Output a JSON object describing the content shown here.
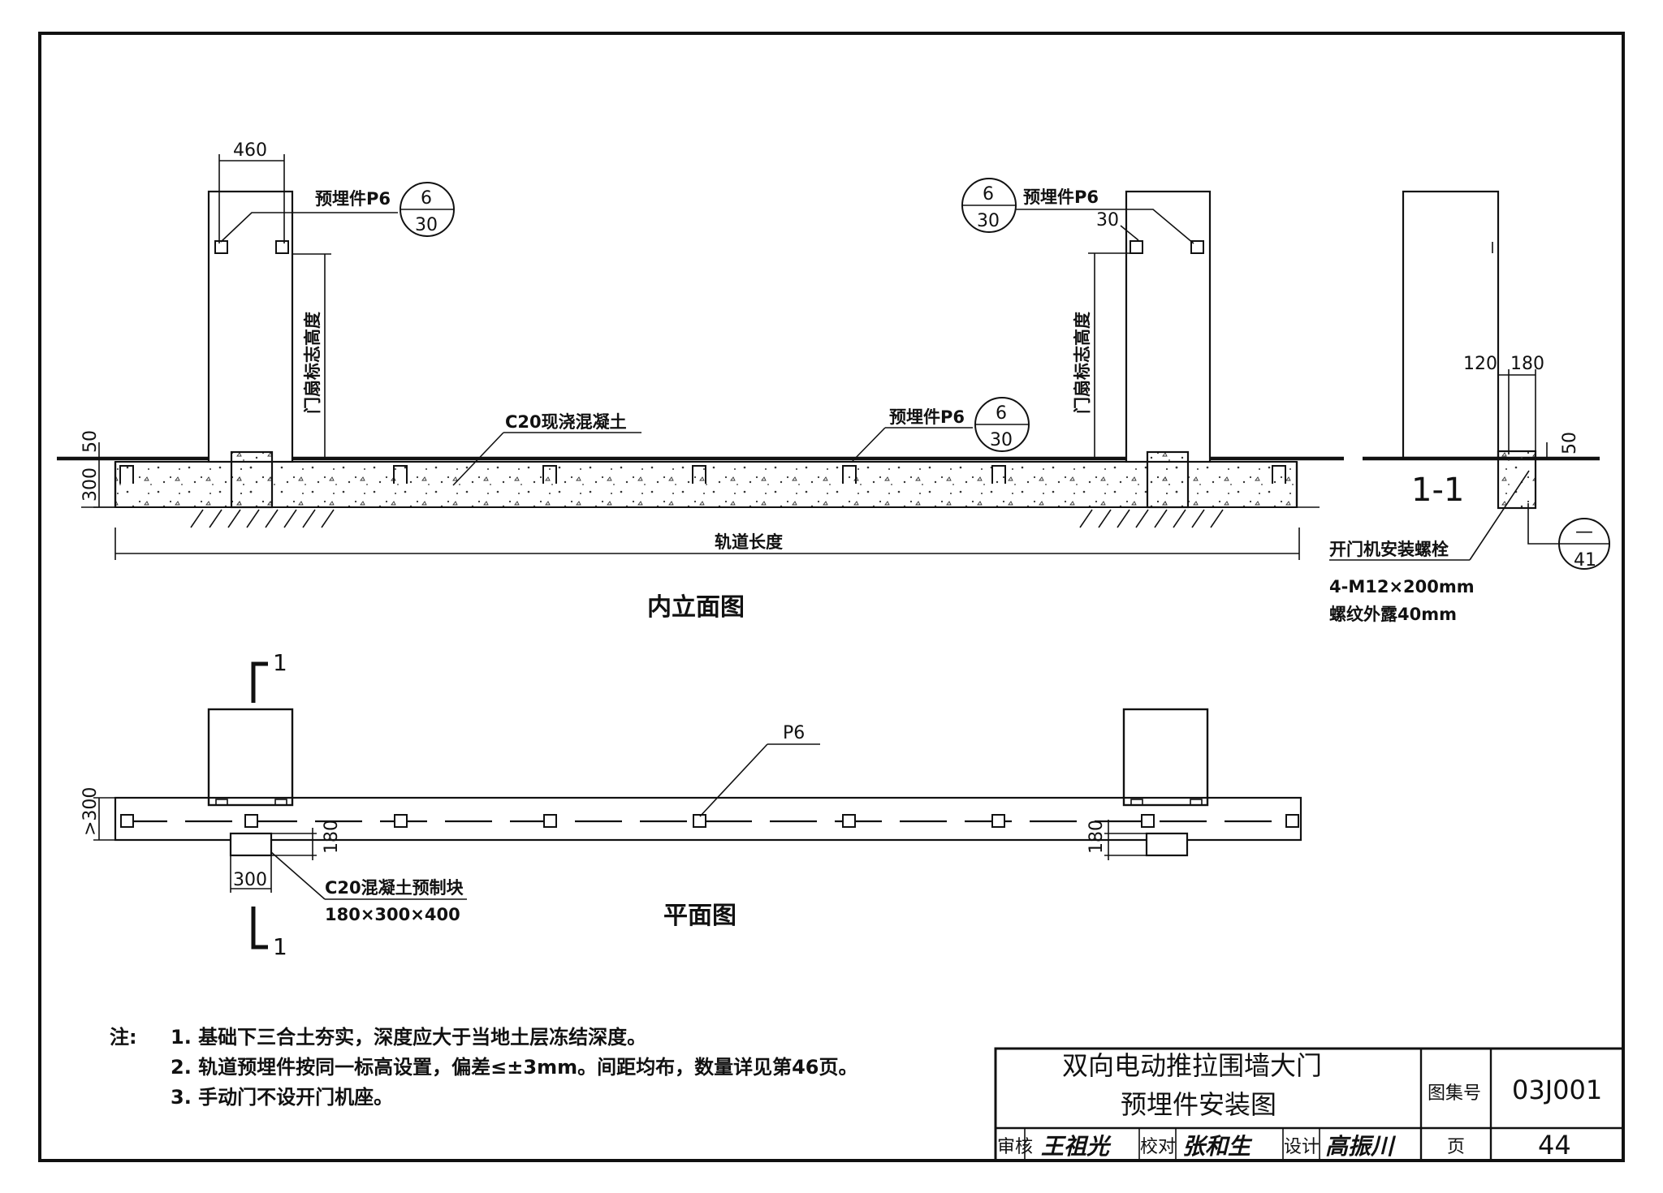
{
  "drawing": {
    "elevation_title": "内立面图",
    "plan_title": "平面图",
    "section_label": "1-1",
    "section_mark": "1"
  },
  "elevation_labels": {
    "post_width": "460",
    "embed_label": "预埋件P6",
    "detail_num": "6",
    "detail_page": "30",
    "door_height": "门扇标志高度",
    "concrete": "C20现浇混凝土",
    "dim_50": "50",
    "dim_300": "300",
    "dim_30": "30",
    "track_length": "轨道长度"
  },
  "section_labels": {
    "dim_120": "120",
    "dim_180": "180",
    "dim_50": "50",
    "bolt_line1": "开门机安装螺栓",
    "bolt_line2": "4-M12×200mm",
    "bolt_line3": "螺纹外露40mm",
    "ref_top": "—",
    "ref_bottom": "41"
  },
  "plan_labels": {
    "p6": "P6",
    "dim_gt300": ">300",
    "dim_180": "180",
    "dim_300": "300",
    "block_line1": "C20混凝土预制块",
    "block_line2": "180×300×400"
  },
  "notes": {
    "prefix": "注:",
    "items": [
      "1. 基础下三合土夯实，深度应大于当地土层冻结深度。",
      "2.  轨道预埋件按同一标高设置，偏差≤±3mm。间距均布，数量详见第46页。",
      "3.  手动门不设开门机座。"
    ]
  },
  "title_block": {
    "title_line1": "双向电动推拉围墙大门",
    "title_line2": "预埋件安装图",
    "atlas_label": "图集号",
    "atlas_no": "03J001",
    "page_label": "页",
    "page_no": "44",
    "review_label": "审核",
    "reviewer": "王祖光",
    "check_label": "校对",
    "checker": "张和生",
    "design_label": "设计",
    "designer": "高振川"
  }
}
